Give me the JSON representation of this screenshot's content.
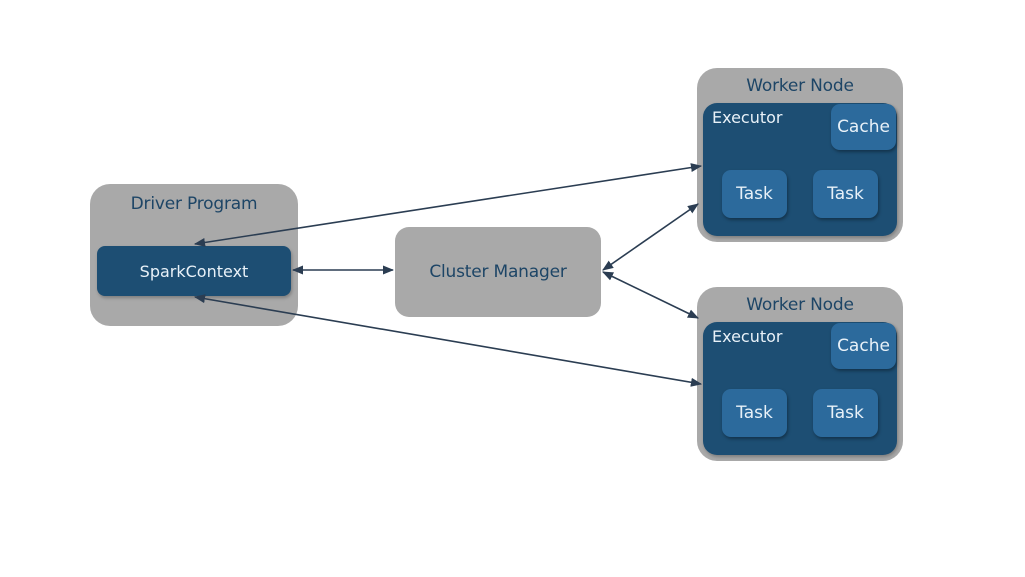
{
  "diagram": {
    "title": "Spark cluster architecture",
    "driver": {
      "title": "Driver Program",
      "context": "SparkContext"
    },
    "cluster_manager": {
      "label": "Cluster Manager"
    },
    "workers": [
      {
        "title": "Worker Node",
        "executor": "Executor",
        "cache": "Cache",
        "tasks": [
          "Task",
          "Task"
        ]
      },
      {
        "title": "Worker Node",
        "executor": "Executor",
        "cache": "Cache",
        "tasks": [
          "Task",
          "Task"
        ]
      }
    ],
    "connections": [
      {
        "from": "SparkContext",
        "to": "Cluster Manager",
        "direction": "bidirectional"
      },
      {
        "from": "SparkContext",
        "to": "Worker Node 1",
        "direction": "bidirectional"
      },
      {
        "from": "SparkContext",
        "to": "Worker Node 2",
        "direction": "bidirectional"
      },
      {
        "from": "Cluster Manager",
        "to": "Worker Node 1",
        "direction": "bidirectional"
      },
      {
        "from": "Cluster Manager",
        "to": "Worker Node 2",
        "direction": "bidirectional"
      }
    ],
    "colors": {
      "container_gray": "#a9a9a9",
      "dark_blue": "#1d4e73",
      "mid_blue": "#2c6a9c",
      "title_text": "#1d4566",
      "light_text": "#e8f1f8",
      "arrow": "#2b3d52"
    }
  }
}
